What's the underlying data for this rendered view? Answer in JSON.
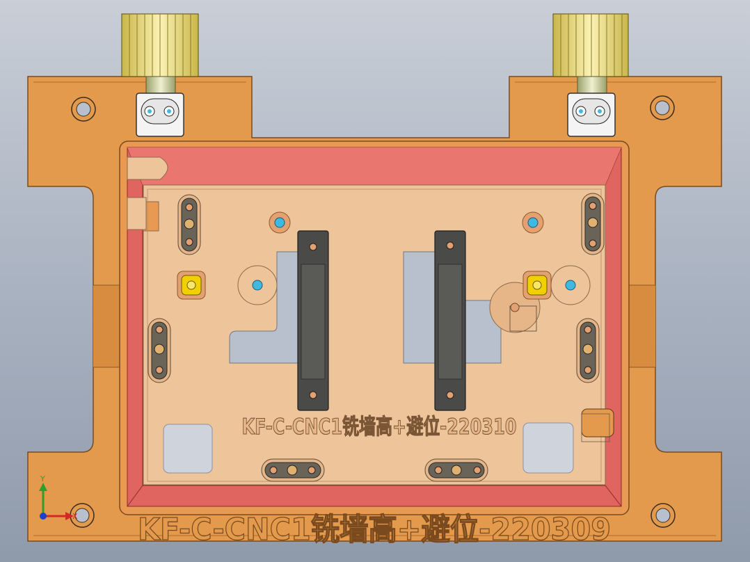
{
  "engravings": {
    "plate_label": "KF-C-CNC1铣墙高+避位-220310",
    "base_label": "KF-C-CNC1铣墙高+避位-220309"
  },
  "triad": {
    "x_label": "X",
    "y_label": "Y"
  },
  "colors": {
    "background_top": "#c9ced7",
    "background_bottom": "#8f9aab",
    "base_plate": "#e39a4c",
    "pocket_wall": "#e06560",
    "inner_plate": "#eec49b",
    "cutout": "#b9c0cd",
    "clamp_block": "#4a4a48",
    "knob": "#efe08c",
    "pin_cyan": "#3fb9e0",
    "pin_yellow": "#f2d000"
  }
}
